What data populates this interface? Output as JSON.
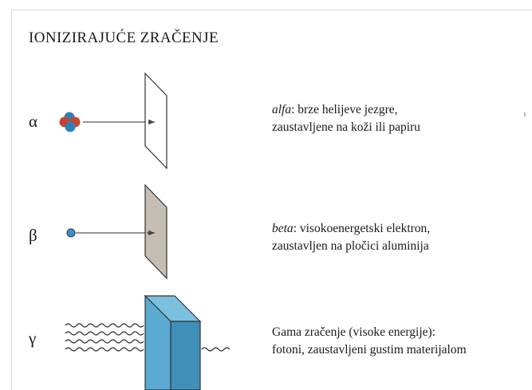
{
  "title": "IONIZIRAJUĆE ZRAČENJE",
  "rows": [
    {
      "symbol": "α",
      "desc_prefix": "alfa",
      "desc_line1": ": brze helijeve jezgre,",
      "desc_line2": "zaustavljene na koži ili papiru"
    },
    {
      "symbol": "β",
      "desc_prefix": "beta",
      "desc_line1": ": visokoenergetski elektron,",
      "desc_line2": "zaustavljen na pločici aluminija"
    },
    {
      "symbol": "γ",
      "desc_prefix": "",
      "desc_line1": "Gama zračenje (visoke energije):",
      "desc_line2": "fotoni, zaustavljeni gustim materijalom"
    }
  ],
  "colors": {
    "proton": "#c8432f",
    "neutron": "#2f80b8",
    "electron": "#3a8fd0",
    "paper": "#ffffff",
    "aluminium": "#c6bdb4",
    "lead_front": "#5aaad2",
    "lead_side": "#3f8fb8",
    "lead_top": "#7cc0e0"
  }
}
